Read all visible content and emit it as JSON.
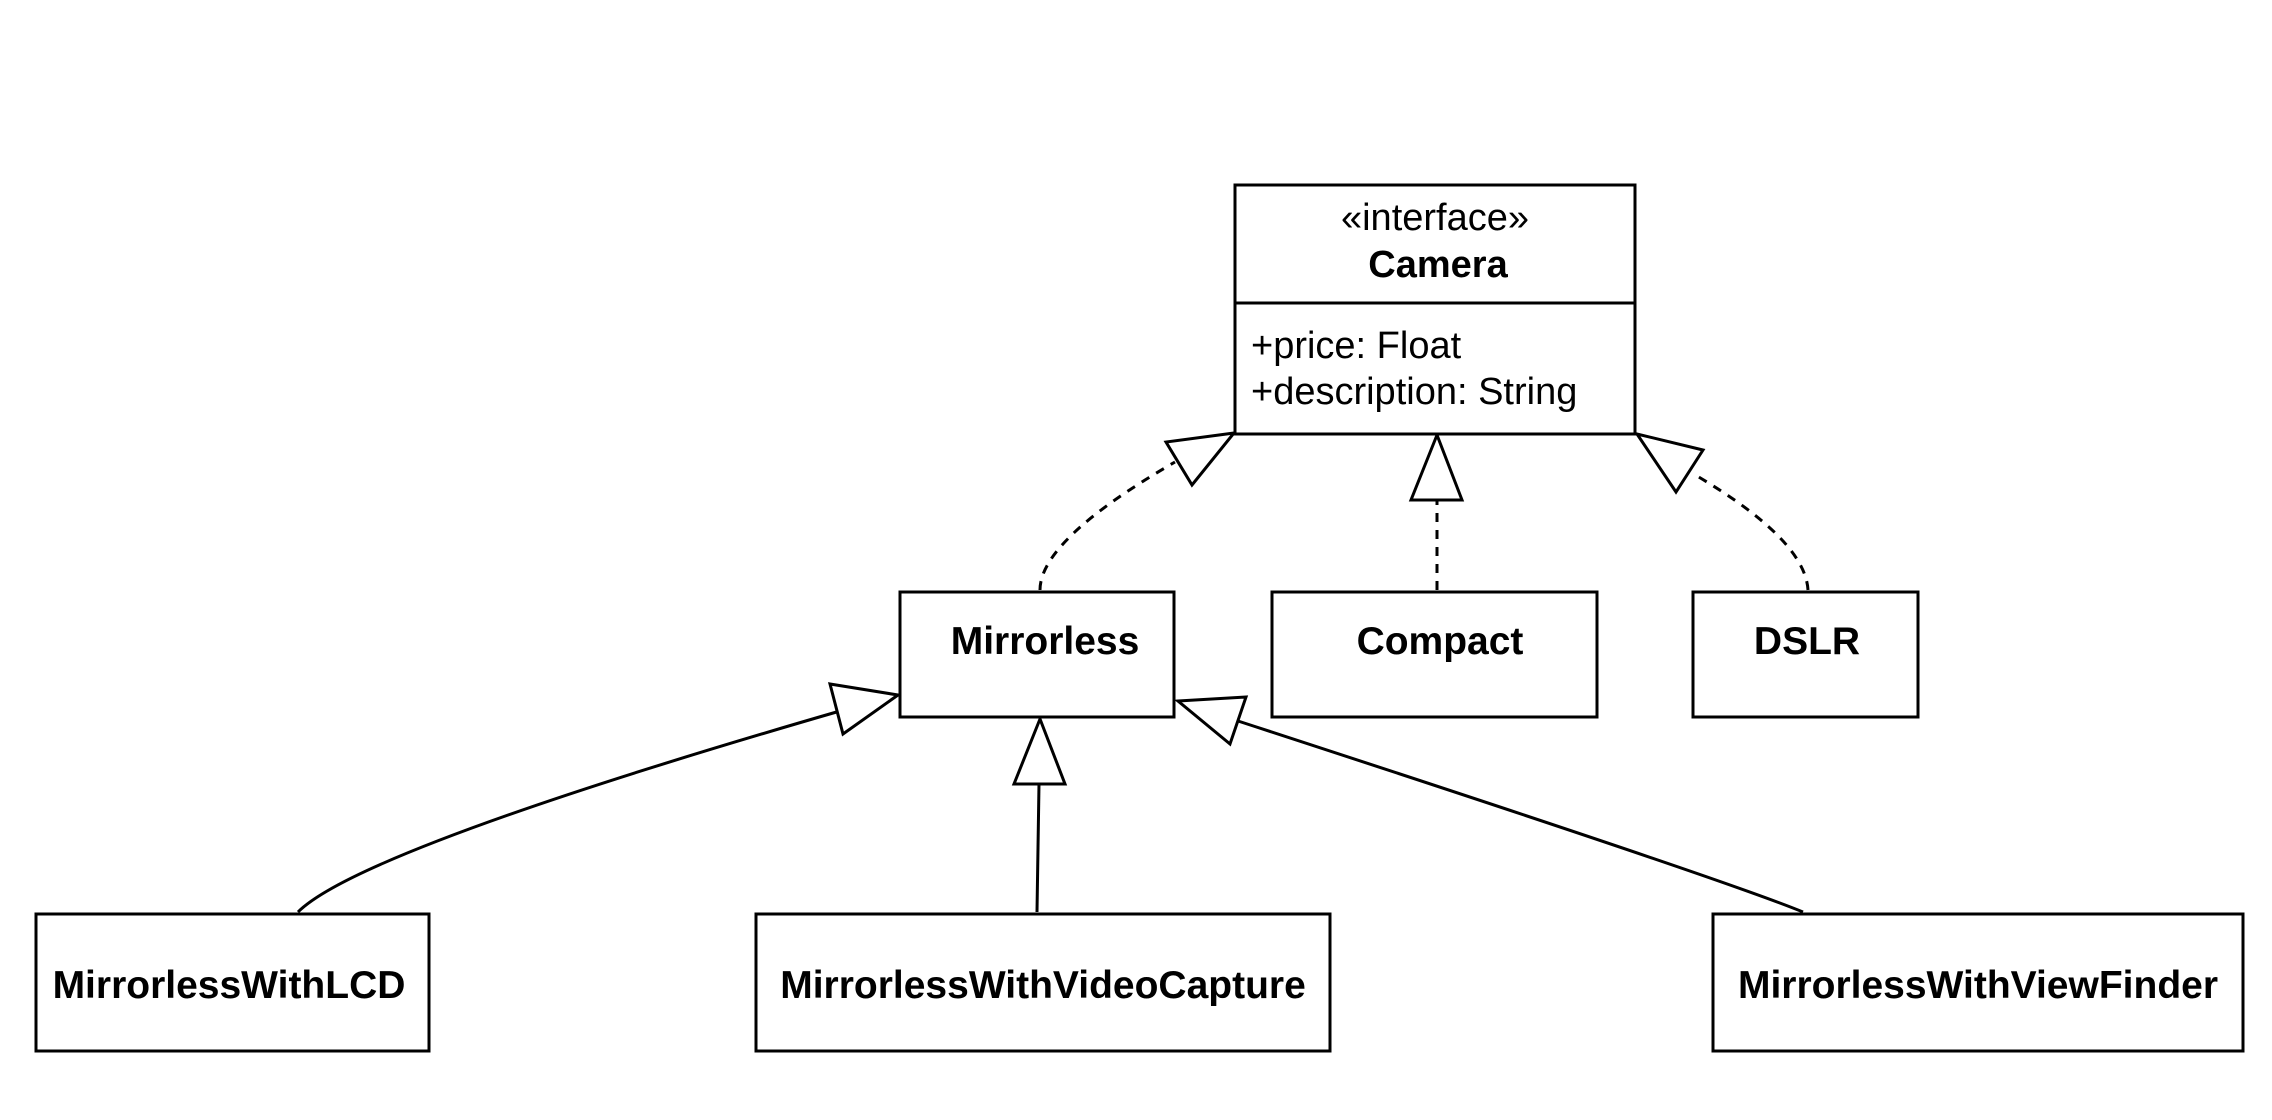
{
  "camera": {
    "stereotype": "«interface»",
    "name": "Camera",
    "attributes": [
      "+price: Float",
      "+description: String"
    ]
  },
  "classes": {
    "mirrorless": "Mirrorless",
    "compact": "Compact",
    "dslr": "DSLR",
    "mirrorless_with_lcd": "MirrorlessWithLCD",
    "mirrorless_with_video_capture": "MirrorlessWithVideoCapture",
    "mirrorless_with_view_finder": "MirrorlessWithViewFinder"
  }
}
